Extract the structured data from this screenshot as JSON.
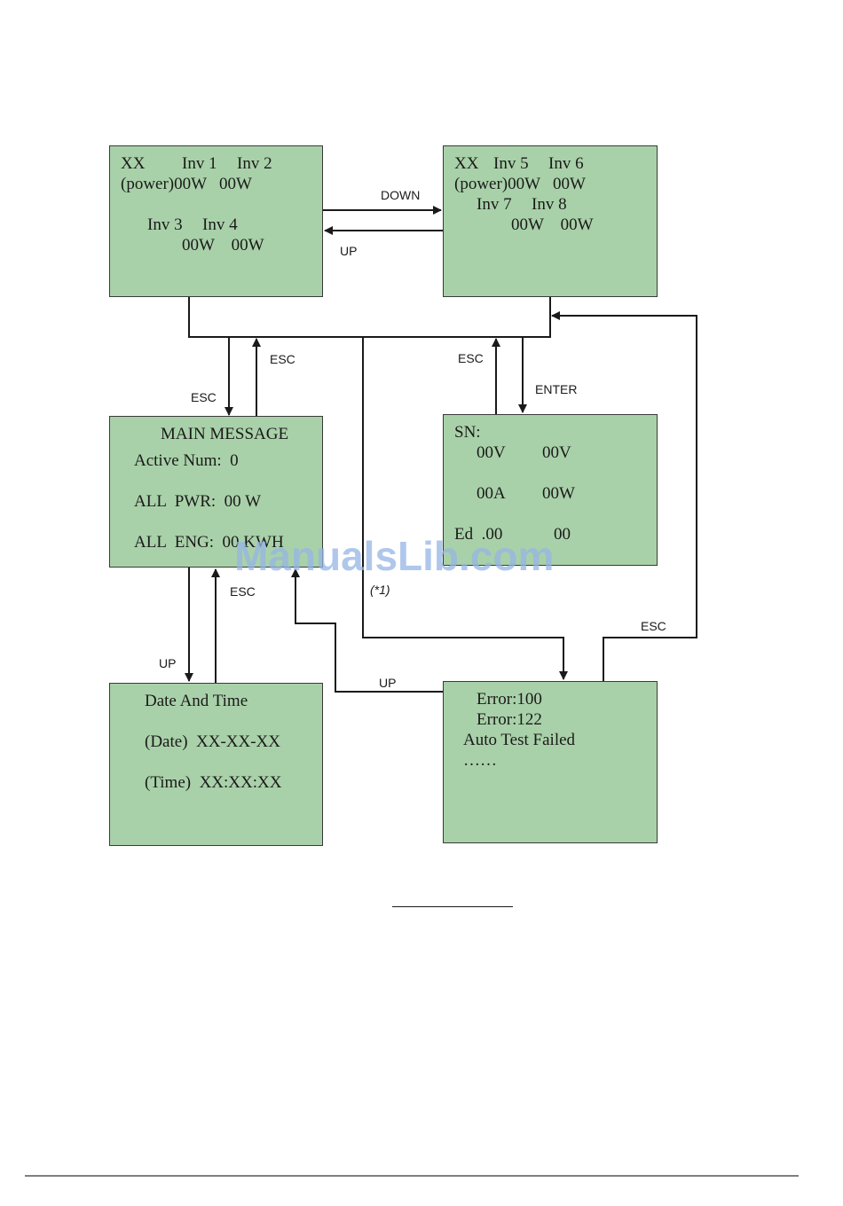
{
  "screens": {
    "inv_1_4": {
      "line1_xx": "XX",
      "line1_a": "Inv 1",
      "line1_b": "Inv 2",
      "line2": "(power)00W   00W",
      "line3_a": "Inv 3",
      "line3_b": "Inv 4",
      "line4": "00W    00W"
    },
    "inv_5_8": {
      "line1_xx": "XX",
      "line1_a": "Inv 5",
      "line1_b": "Inv 6",
      "line2": "(power)00W   00W",
      "line3_a": "Inv 7",
      "line3_b": "Inv 8",
      "line4": "00W    00W"
    },
    "main_message": {
      "title": "MAIN MESSAGE",
      "active": "Active Num:  0",
      "power": "ALL  PWR:  00 W",
      "energy": "ALL  ENG:  00 KWH"
    },
    "sn": {
      "title": "SN:",
      "voltage_a": "00V",
      "voltage_b": "00V",
      "current": "00A",
      "watt": "00W",
      "ed_a": "Ed  .00",
      "ed_b": "00"
    },
    "date_time": {
      "title": "Date And Time",
      "date": "(Date)  XX-XX-XX",
      "time": "(Time)  XX:XX:XX"
    },
    "error": {
      "error1": "Error:100",
      "error2": "Error:122",
      "status": "Auto Test Failed",
      "more": "……"
    }
  },
  "labels": {
    "down": "DOWN",
    "up_top": "UP",
    "esc_left_upper": "ESC",
    "esc_left_lower": "ESC",
    "esc_center": "ESC",
    "enter": "ENTER",
    "esc_main_down": "ESC",
    "up_date": "UP",
    "up_error": "UP",
    "esc_error": "ESC",
    "footnote": "(*1)"
  },
  "watermark": "ManualsLib.com",
  "colors": {
    "box_fill": "#a9d1a9",
    "line": "#1a1a1a",
    "watermark": "#96b4e6"
  }
}
